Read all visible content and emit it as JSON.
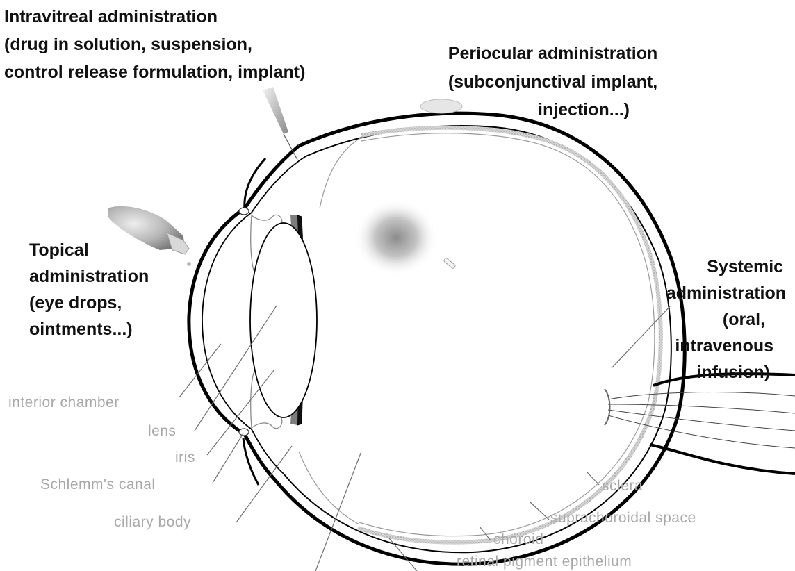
{
  "routes": {
    "intravitreal": [
      "Intravitreal administration",
      "(drug in solution, suspension,",
      "control release formulation, implant)"
    ],
    "periocular": [
      "Periocular administration",
      "(subconjunctival implant,",
      "injection...)"
    ],
    "topical": [
      "Topical",
      "administration",
      "(eye drops,",
      "ointments...)"
    ],
    "systemic": [
      "Systemic",
      "administration",
      "(oral,",
      "intravenous",
      "infusion)"
    ]
  },
  "structures": {
    "anterior_chamber": "interior chamber",
    "lens": "lens",
    "iris": "iris",
    "schlemms_canal": "Schlemm's canal",
    "ciliary_body": "ciliary body",
    "sclera": "sclera",
    "suprachoroidal_space": "suprachoroidal space",
    "choroid": "choroid",
    "retinal_pigment_epithelium": "retinal pigment epithelium"
  },
  "colors": {
    "route_text": "#111111",
    "structure_text": "#a8a8a8",
    "outline": "#000000"
  }
}
